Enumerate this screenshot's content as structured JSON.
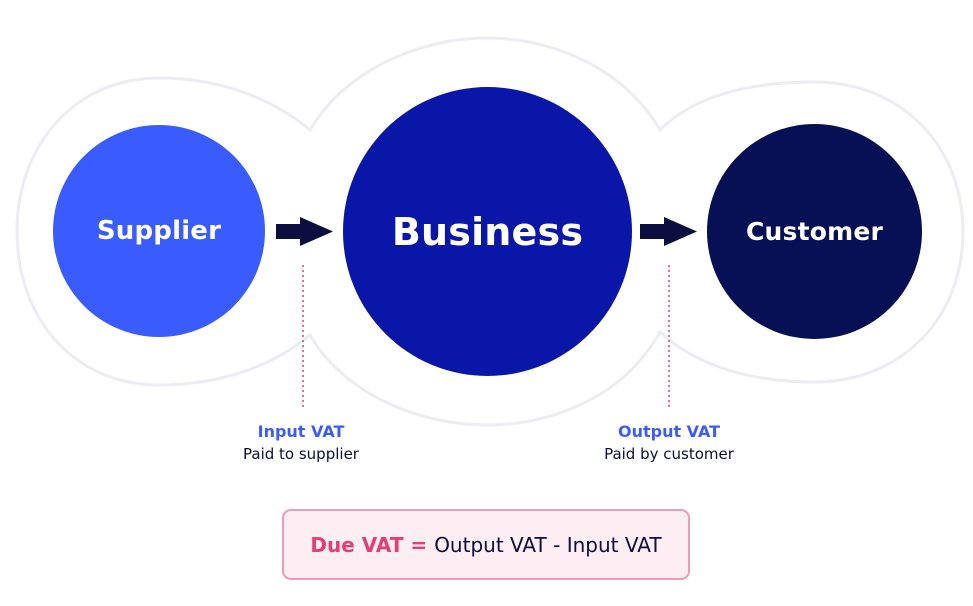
{
  "nodes": {
    "supplier": {
      "label": "Supplier",
      "color": "#3a5cff"
    },
    "business": {
      "label": "Business",
      "color": "#0a16a8"
    },
    "customer": {
      "label": "Customer",
      "color": "#070f55"
    }
  },
  "input_vat": {
    "title": "Input VAT",
    "subtitle": "Paid to supplier",
    "color": "#3a5cff"
  },
  "output_vat": {
    "title": "Output VAT",
    "subtitle": "Paid by customer",
    "color": "#3a5cff"
  },
  "formula": {
    "lhs": "Due VAT =",
    "rhs": "Output VAT - Input VAT"
  },
  "colors": {
    "arrow": "#0b0e3e",
    "connector_dotted": "#e63d72",
    "outline": "#ececf3",
    "formula_text": "#0b0e3e",
    "formula_highlight": "#e63d72"
  }
}
